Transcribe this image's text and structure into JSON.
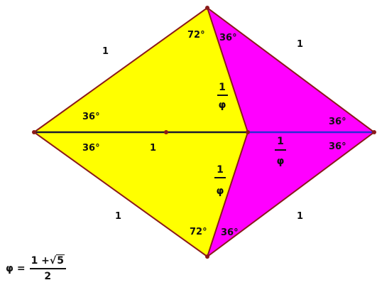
{
  "colors": {
    "yellow": "#ffff00",
    "magenta": "#ff00ff",
    "edge": "#8b1a1a",
    "diagonal_left": "#1a1a2e",
    "diagonal_right": "#2b2bd6"
  },
  "labels": {
    "side_top_left": "1",
    "side_top_right": "1",
    "side_bottom_left": "1",
    "side_bottom_right": "1",
    "diagonal_segment": "1",
    "angle_top_left": "72°",
    "angle_top_right": "36°",
    "angle_left_upper": "36°",
    "angle_left_lower": "36°",
    "angle_right_upper": "36°",
    "angle_right_lower": "36°",
    "angle_bottom_left": "72°",
    "angle_bottom_right": "36°",
    "frac_upper_num": "1",
    "frac_upper_den": "φ",
    "frac_lower_num": "1",
    "frac_lower_den": "φ",
    "frac_right_num": "1",
    "frac_right_den": "φ"
  },
  "formula": {
    "lhs": "φ =",
    "num_left": "1 +",
    "radicand": "5",
    "den": "2"
  }
}
